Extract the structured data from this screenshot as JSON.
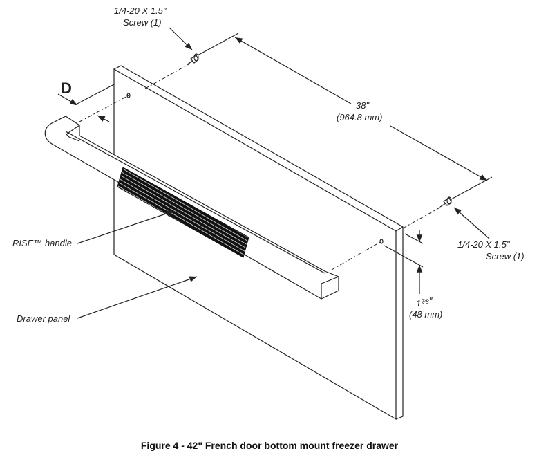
{
  "labels": {
    "screw_top_1": "1/4-20 X 1.5\"",
    "screw_top_2": "Screw (1)",
    "screw_right_1": "1/4-20 X 1.5\"",
    "screw_right_2": "Screw (1)",
    "width_in": "38\"",
    "width_mm": "(964.8 mm)",
    "offset_whole": "1",
    "offset_frac": "7⁄8",
    "offset_inch": "\"",
    "offset_mm": "(48 mm)",
    "d_label": "D",
    "handle": "RISE™ handle",
    "panel": "Drawer panel"
  },
  "caption": "Figure 4 - 42\" French door bottom mount freezer drawer"
}
